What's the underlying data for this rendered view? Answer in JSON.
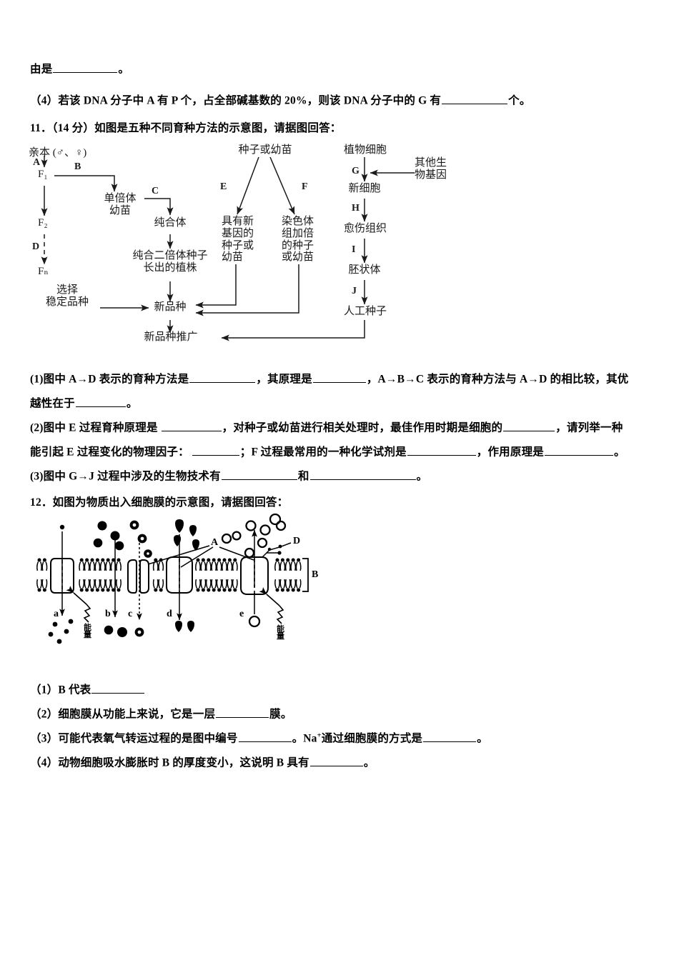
{
  "page": {
    "lines": [
      {
        "id": "l1",
        "text_before": "由是",
        "blank": 88,
        "text_after": "。"
      }
    ]
  },
  "q10_tail": {
    "line_a_pre": "由是",
    "line_a_post": "。",
    "line_b": "（4）若该 DNA 分子中 A 有 P 个，占全部碱基数的 20%，则该 DNA 分子中的 G 有",
    "line_b_post": "个。"
  },
  "q11": {
    "stem": "11．（14 分）如图是五种不同育种方法的示意图，请据图回答：",
    "sub1_a": "(1)图中 A→D 表示的育种方法是",
    "sub1_b": "，其原理是",
    "sub1_c": "，A→B→C 表示的育种方法与 A→D 的相比较，其优",
    "sub1_d": "越性在于",
    "sub1_e": "。",
    "sub2_a": "(2)图中 E 过程育种原理是",
    "sub2_b": "，对种子或幼苗进行相关处理时，最佳作用时期是细胞的",
    "sub2_c": "，请列举一种",
    "sub2_d": "能引起 E 过程变化的物理因子：",
    "sub2_e": "；F 过程最常用的一种化学试剂是",
    "sub2_f": "，作用原理是",
    "sub2_g": "。",
    "sub3_a": "(3)图中 G→J 过程中涉及的生物技术有",
    "sub3_b": "和",
    "sub3_c": "。",
    "diagram": {
      "nodes": {
        "parent": "亲本 (♂、♀)",
        "f1": "F₁",
        "f2": "F₂",
        "fn": "Fₙ",
        "haploid_seedling": "单倍体\n幼苗",
        "homozygote": "纯合体",
        "homozygous_diploid_plant": "纯合二倍体种子\n长出的植株",
        "select_stable": "选择\n稳定品种",
        "new_variety": "新品种",
        "new_variety_promotion": "新品种推广",
        "seed_or_seedling": "种子或幼苗",
        "new_gene_seed": "具有新\n基因的\n种子或\n幼苗",
        "chromosome_doubled": "染色体\n组加倍\n的种子\n或幼苗",
        "plant_cell": "植物细胞",
        "other_organism_gene": "其他生\n物基因",
        "new_cell": "新细胞",
        "callus": "愈伤组织",
        "embryoid": "胚状体",
        "artificial_seed": "人工种子"
      },
      "arrow_labels": {
        "A": "A",
        "B": "B",
        "C": "C",
        "D": "D",
        "E": "E",
        "F": "F",
        "G": "G",
        "H": "H",
        "I": "I",
        "J": "J"
      }
    }
  },
  "q12": {
    "stem": "12．如图为物质出入细胞膜的示意图，请据图回答：",
    "sub1_a": "（1）B 代表",
    "sub2_a": "（2）细胞膜从功能上来说，它是一层",
    "sub2_b": "膜。",
    "sub3_a": "（3）可能代表氧气转运过程的是图中编号",
    "sub3_b": "。Na",
    "sub3_sup": "+",
    "sub3_c": "通过细胞膜的方式是",
    "sub3_d": "。",
    "sub4_a": "（4）动物细胞吸水膨胀时 B 的厚度变小，这说明 B 具有",
    "sub4_b": "。",
    "diagram": {
      "channels": [
        "a",
        "b",
        "c",
        "d",
        "e"
      ],
      "labels": {
        "A": "A",
        "B": "B",
        "D": "D"
      },
      "energy": "能量",
      "energy_2": "能量"
    }
  },
  "colors": {
    "ink": "#000000",
    "diagram_ink": "#1a1a1a",
    "paper": "#ffffff"
  }
}
